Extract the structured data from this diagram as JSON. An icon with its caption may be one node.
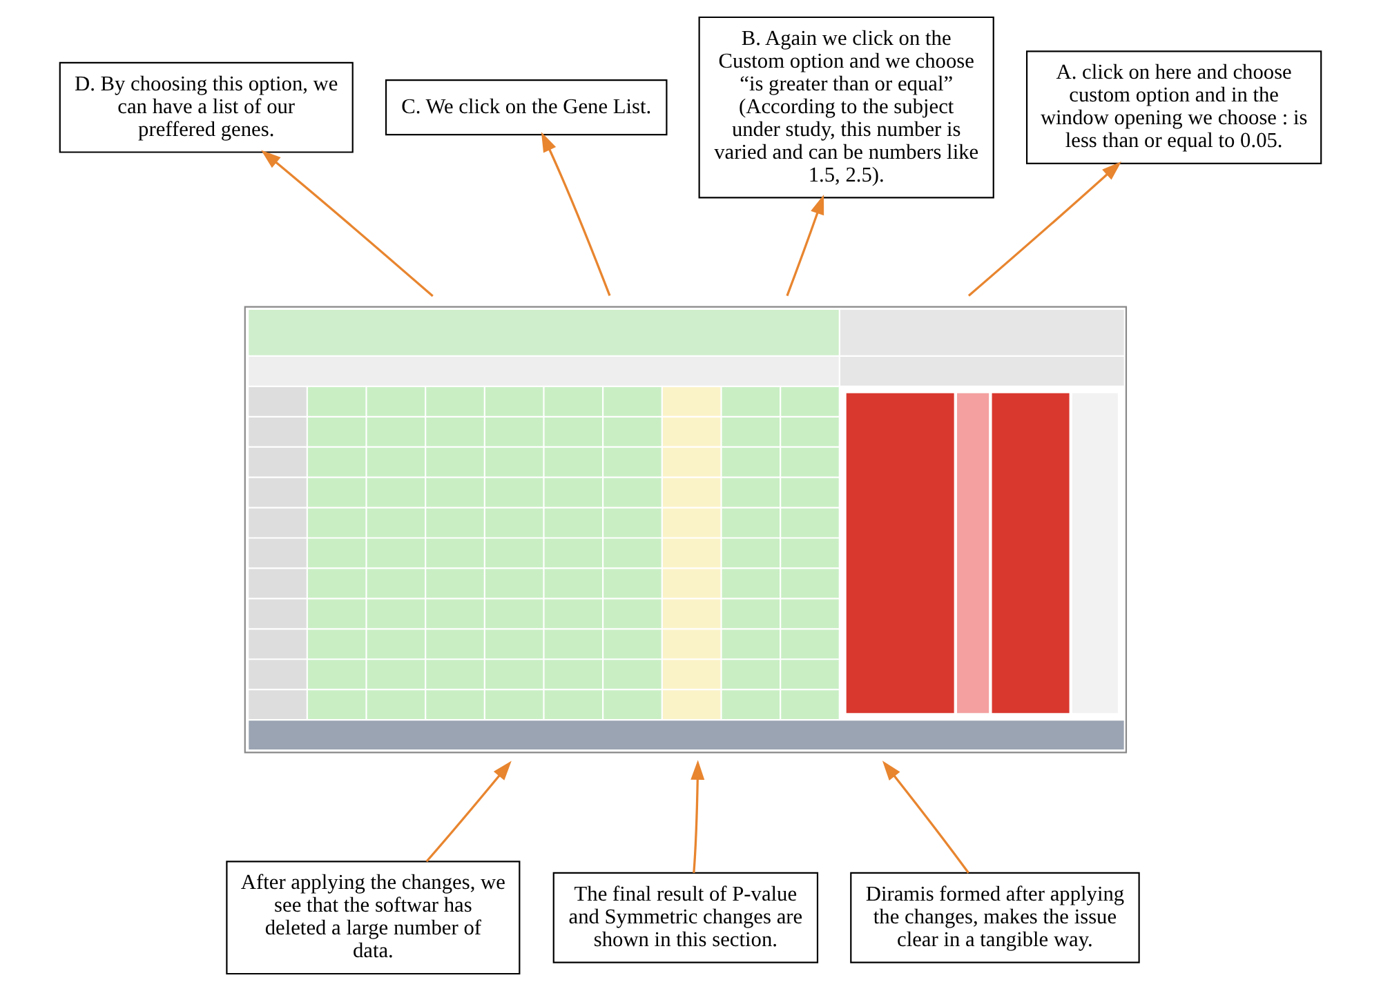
{
  "diagram": {
    "nodes": [
      {
        "text": [
          "D. By choosing this option, we can have a list of our preffered genes."
        ]
      },
      {
        "text": [
          "C. We click on the Gene List."
        ]
      },
      {
        "text": [
          "B. Again we click on the Custom option and we choose “is greater than or equal” (According to the subject under study, this number is varied and can be numbers like 1.5, 2.5)."
        ]
      },
      {
        "text": [
          "A. click on here and choose custom option and in the window opening we choose : is less than or equal to 0.05."
        ]
      },
      {
        "text": [],
        "shape": "picture"
      },
      {
        "text": [
          "After applying the changes, we see that the softwar has deleted a large number of data."
        ]
      },
      {
        "text": [
          "The final result of P-value and Symmetric changes are shown in this section."
        ]
      },
      {
        "text": [
          "Diramis formed after applying the changes, makes the issue clear in a tangible way."
        ]
      }
    ],
    "edges": [
      {
        "from": 4,
        "to": 0,
        "arrow": "to"
      },
      {
        "from": 4,
        "to": 1,
        "arrow": "to"
      },
      {
        "from": 4,
        "to": 2,
        "arrow": "to"
      },
      {
        "from": 4,
        "to": 3,
        "arrow": "to"
      },
      {
        "from": 5,
        "to": 4,
        "arrow": "to"
      },
      {
        "from": 6,
        "to": 4,
        "arrow": "to"
      },
      {
        "from": 7,
        "to": 4,
        "arrow": "to"
      }
    ]
  }
}
